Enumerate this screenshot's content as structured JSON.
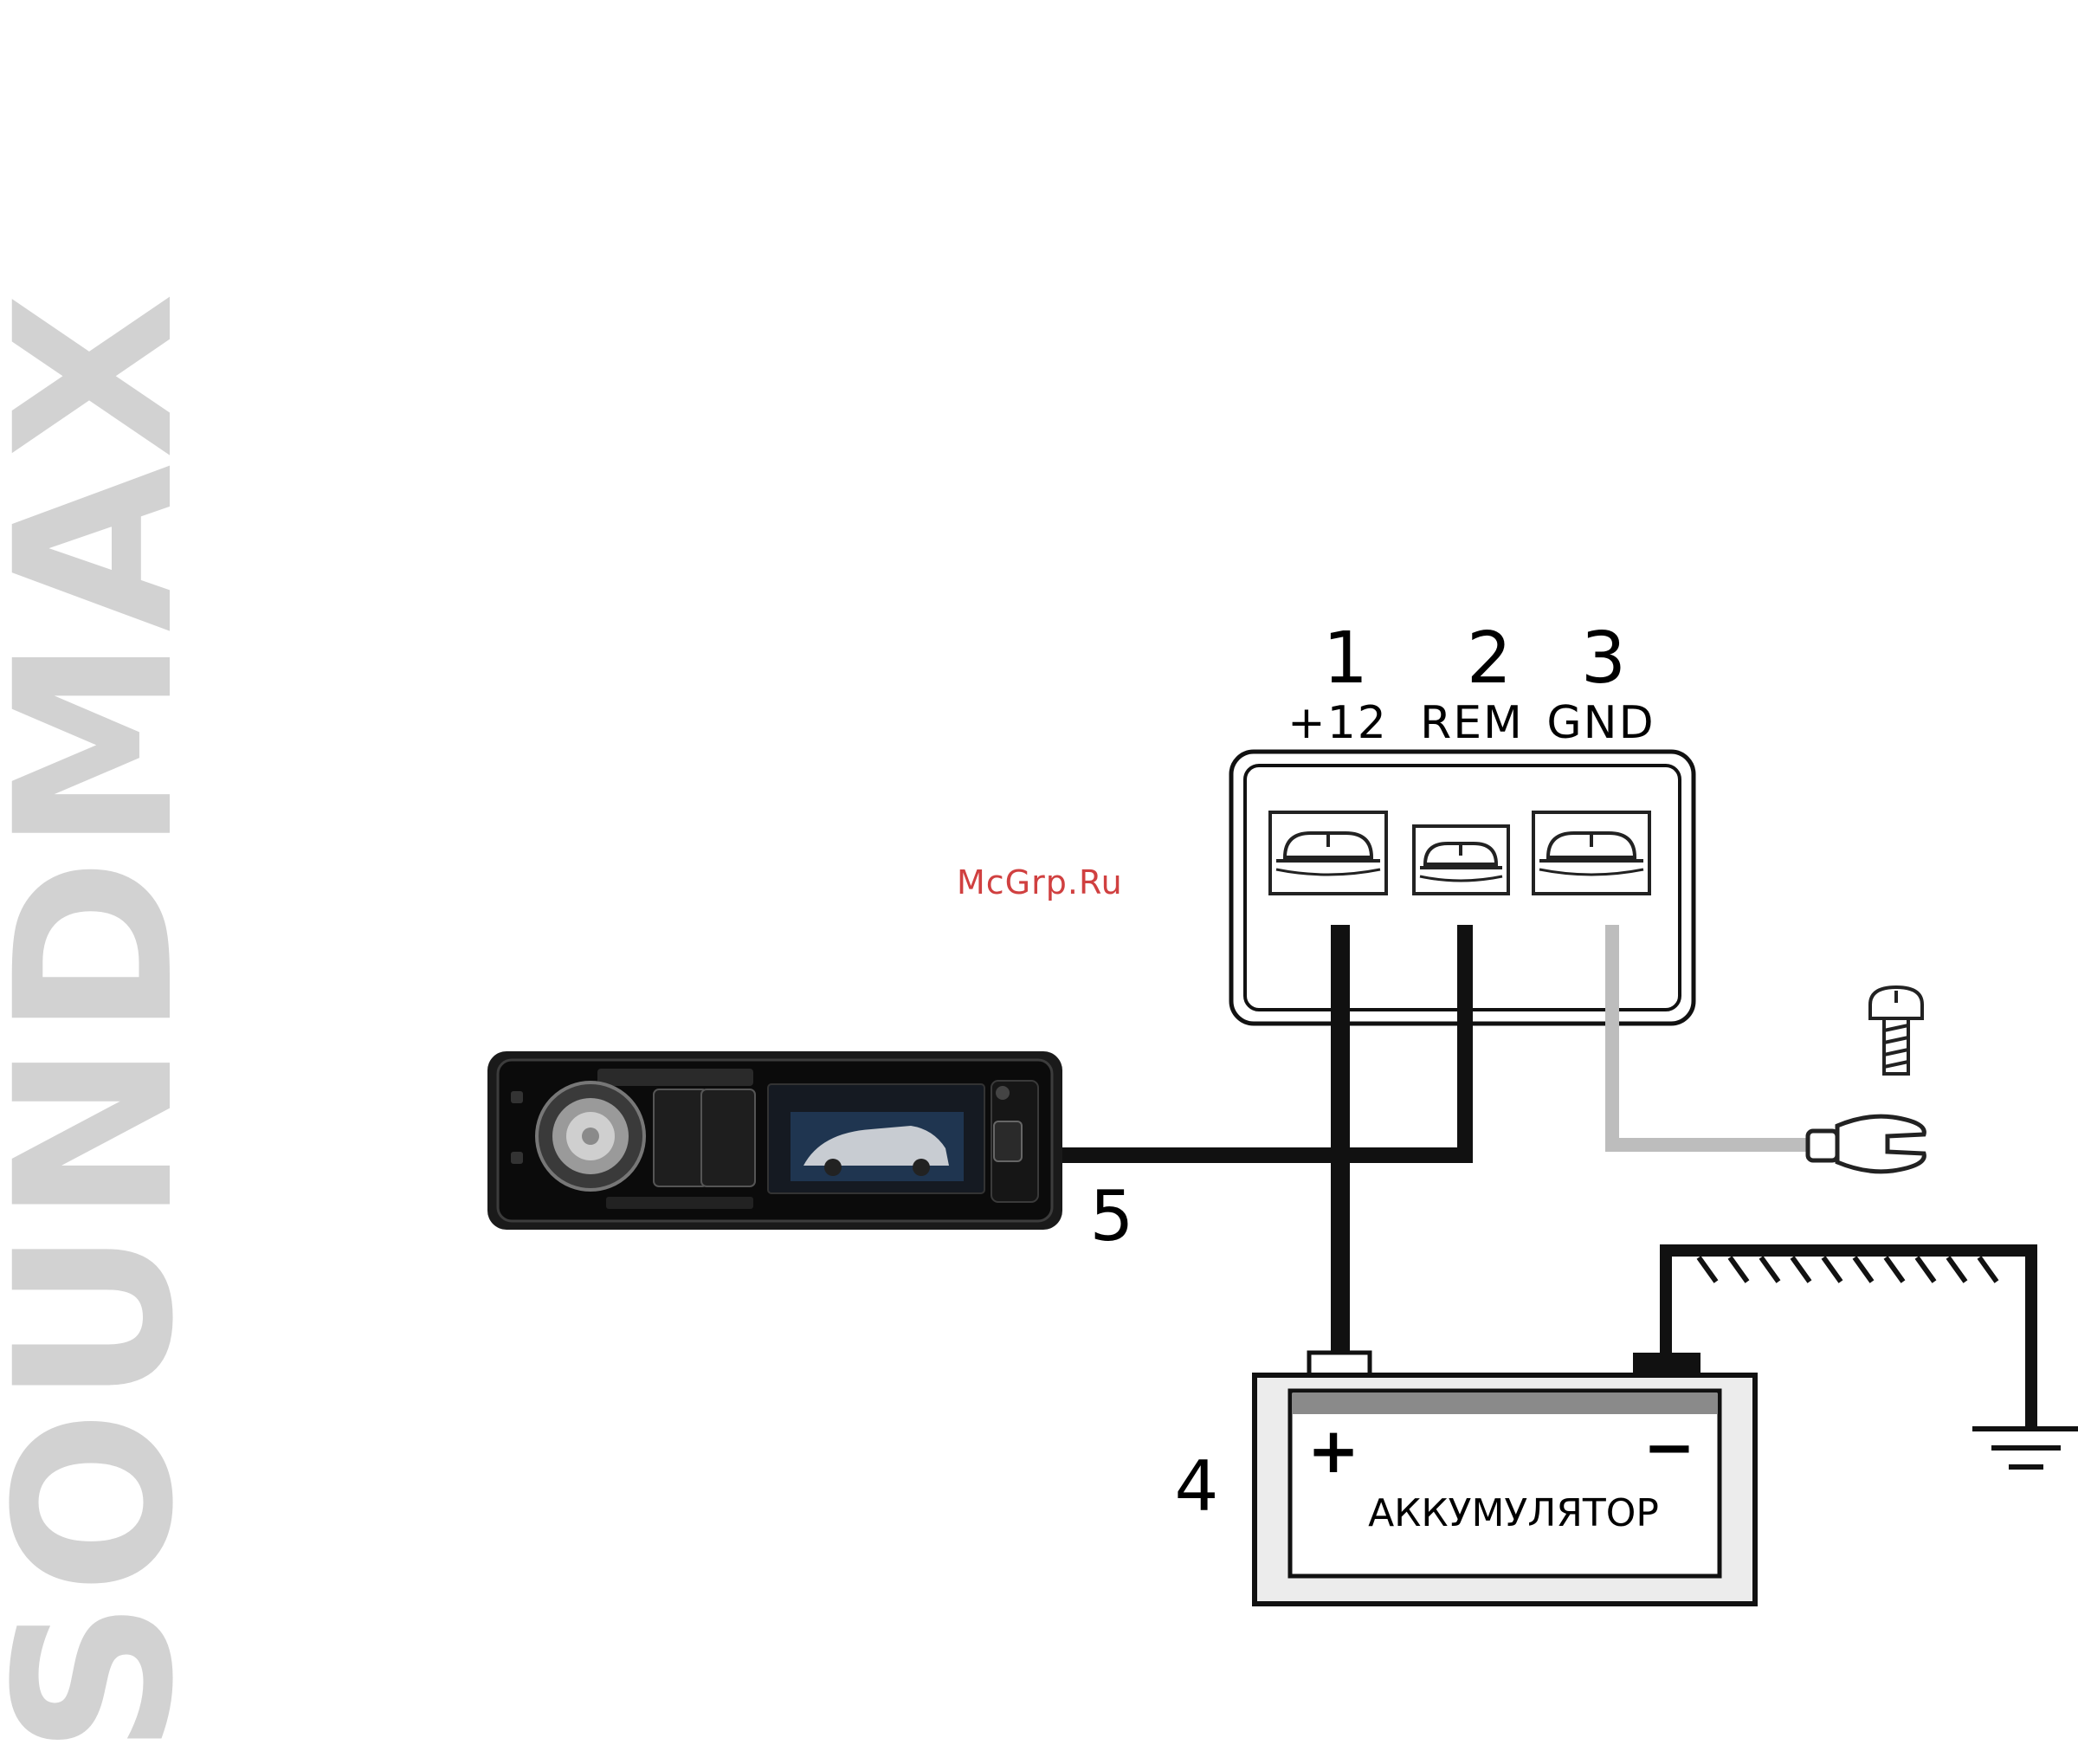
{
  "brand": "SOUNDMAX",
  "watermark": "McGrp.Ru",
  "terminals": [
    {
      "number": "1",
      "label": "+12"
    },
    {
      "number": "2",
      "label": "REM"
    },
    {
      "number": "3",
      "label": "GND"
    }
  ],
  "callouts": {
    "battery": "4",
    "head_unit": "5"
  },
  "battery": {
    "name": "АККУМУЛЯТОР",
    "plus": "+",
    "minus": "−"
  },
  "colors": {
    "brand": "#d2d2d2",
    "wire": "#111111",
    "ground_wire": "#bdbdbd",
    "watermark": "#d04040"
  }
}
